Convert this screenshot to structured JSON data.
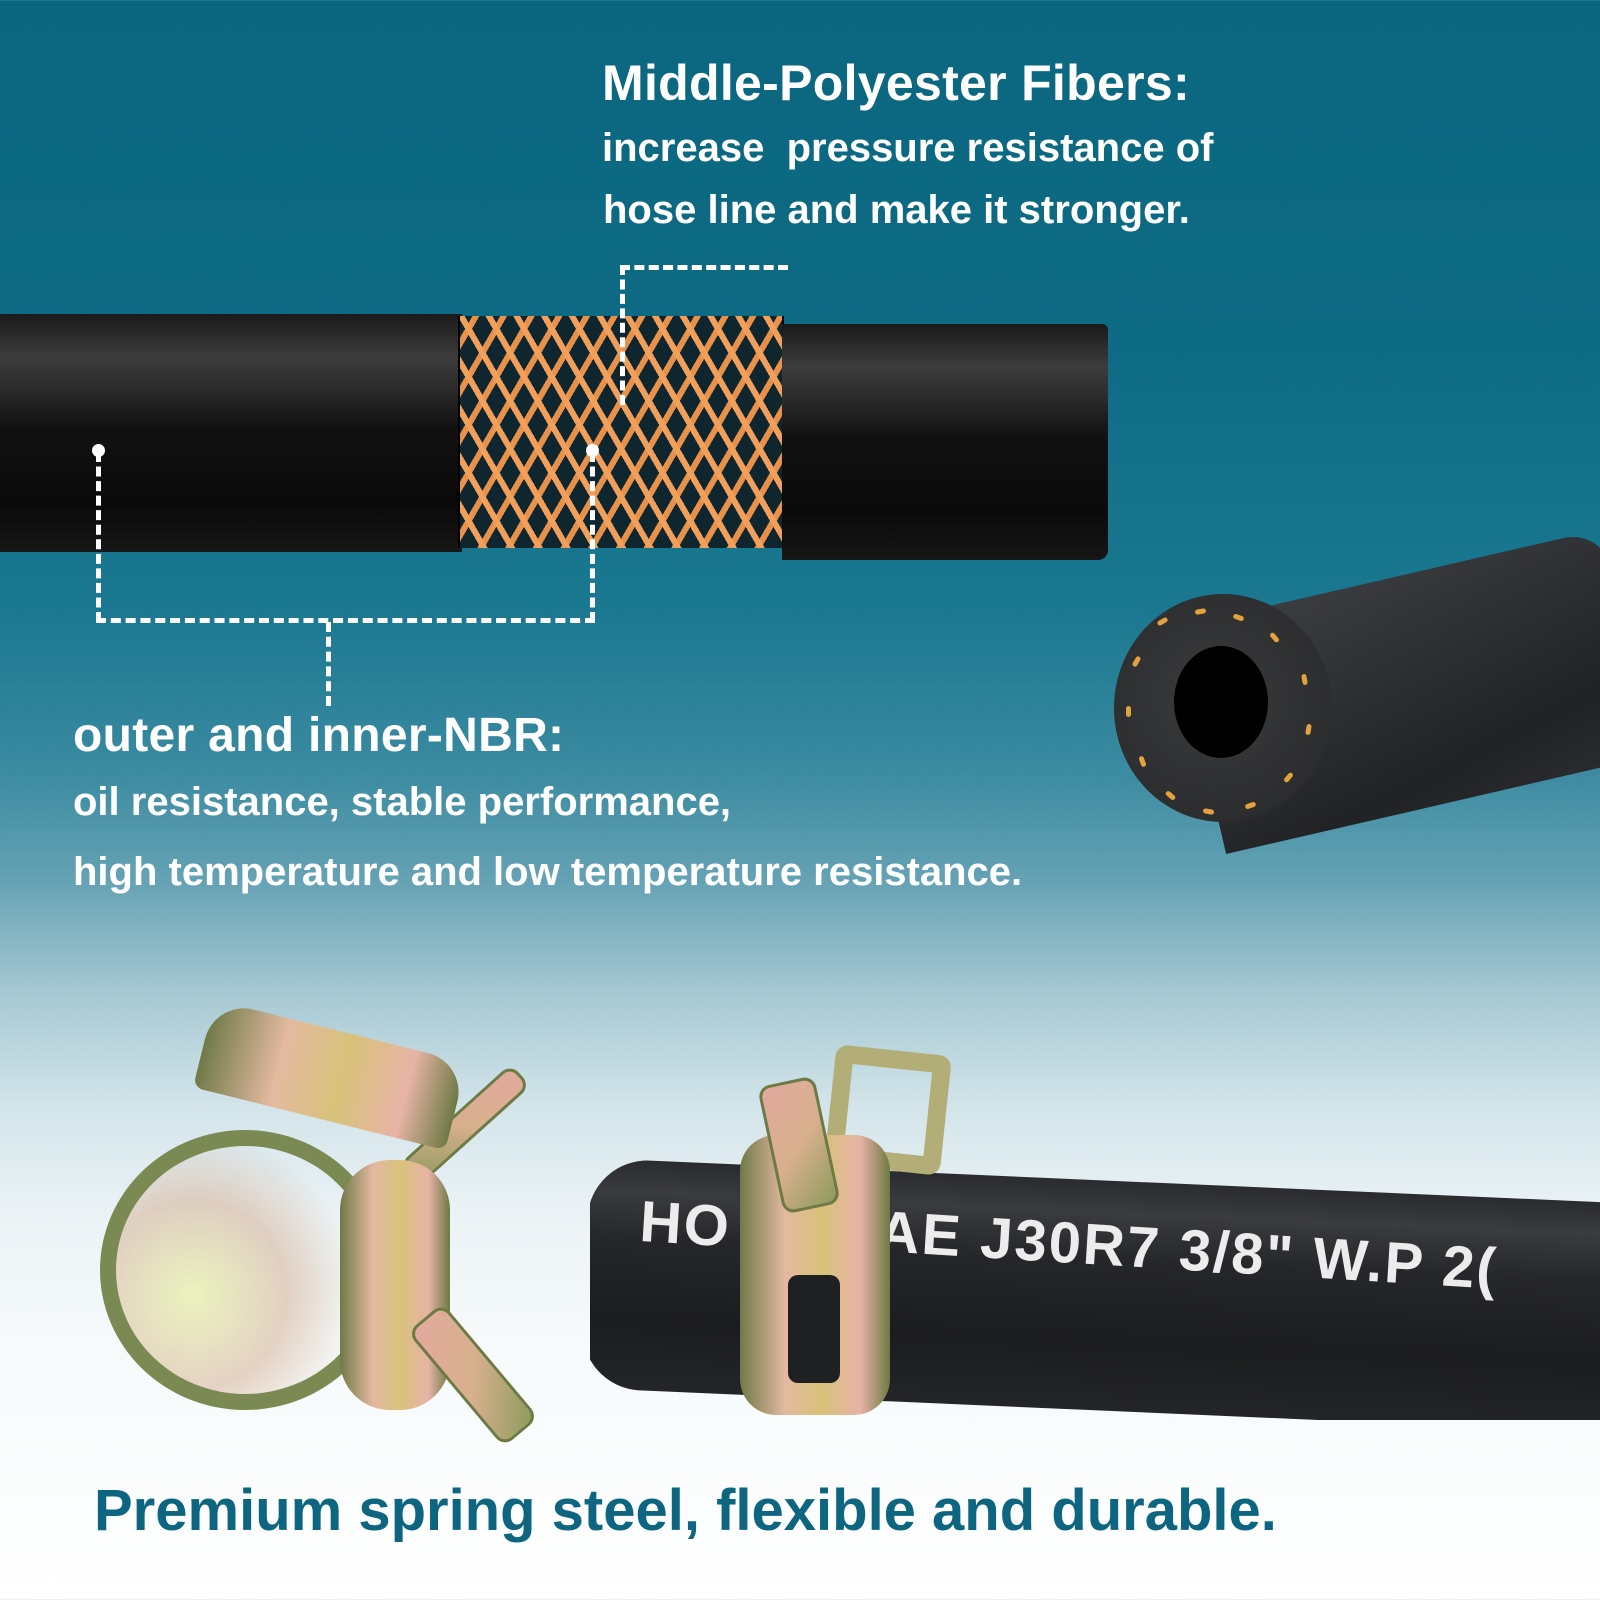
{
  "colors": {
    "bg_top": "#0b6780",
    "bg_bottom": "#ffffff",
    "text_light": "#ffffff",
    "tagline": "#0d6580",
    "braid_fiber": "#f0a05a"
  },
  "callouts": {
    "polyester": {
      "title": "Middle-Polyester Fibers:",
      "lines": [
        "increase  pressure resistance of",
        "hose line and make it stronger."
      ]
    },
    "nbr": {
      "title": "outer and inner-NBR:",
      "lines": [
        "oil resistance, stable performance,",
        "high temperature and low temperature resistance."
      ]
    }
  },
  "hose_print": {
    "visible_left": "HO",
    "visible_right": "AE  J30R7  3/8\"  W.P  2("
  },
  "tagline": "Premium spring steel, flexible and durable.",
  "images": {
    "hose_cutaway": "hose-cutaway-image",
    "hose_end": "hose-end-view-image",
    "spring_clamp": "spring-clamp-image",
    "clamped_hose": "clamped-hose-image"
  }
}
